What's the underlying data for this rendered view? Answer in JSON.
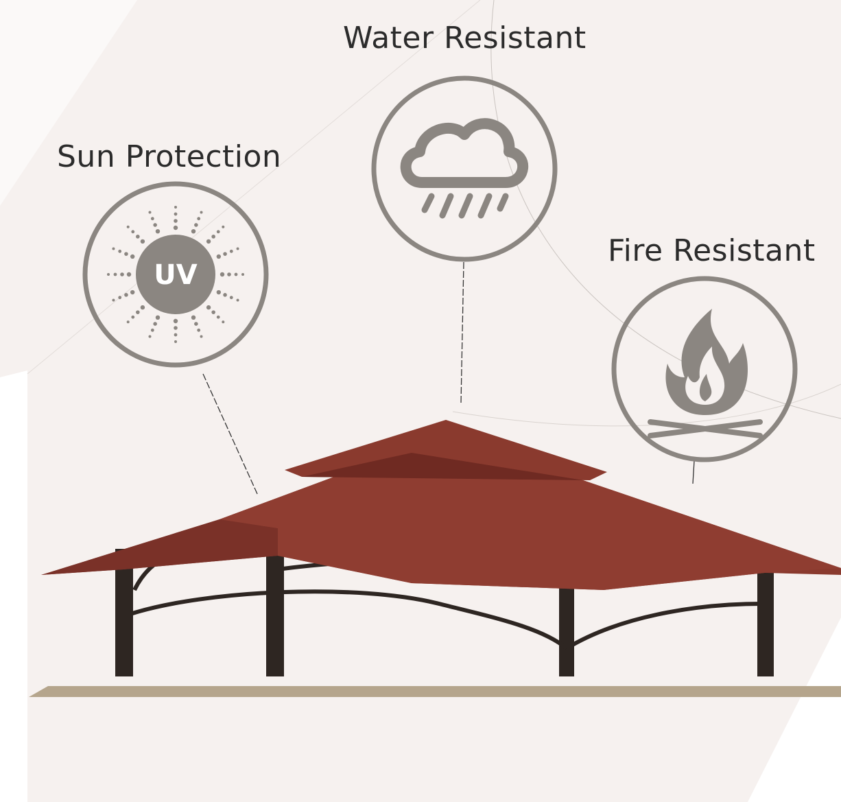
{
  "features": [
    {
      "label": "Water Resistant",
      "icon": "rain-cloud-icon"
    },
    {
      "label": "Sun Protection",
      "icon": "uv-sun-icon",
      "icon_text": "UV"
    },
    {
      "label": "Fire Resistant",
      "icon": "flame-icon"
    }
  ],
  "colors": {
    "background": "#f6f1ef",
    "icon_gray": "#8b8681",
    "canopy": "#8a3a2e",
    "frame": "#2e2622",
    "ground": "#b5a58c"
  }
}
